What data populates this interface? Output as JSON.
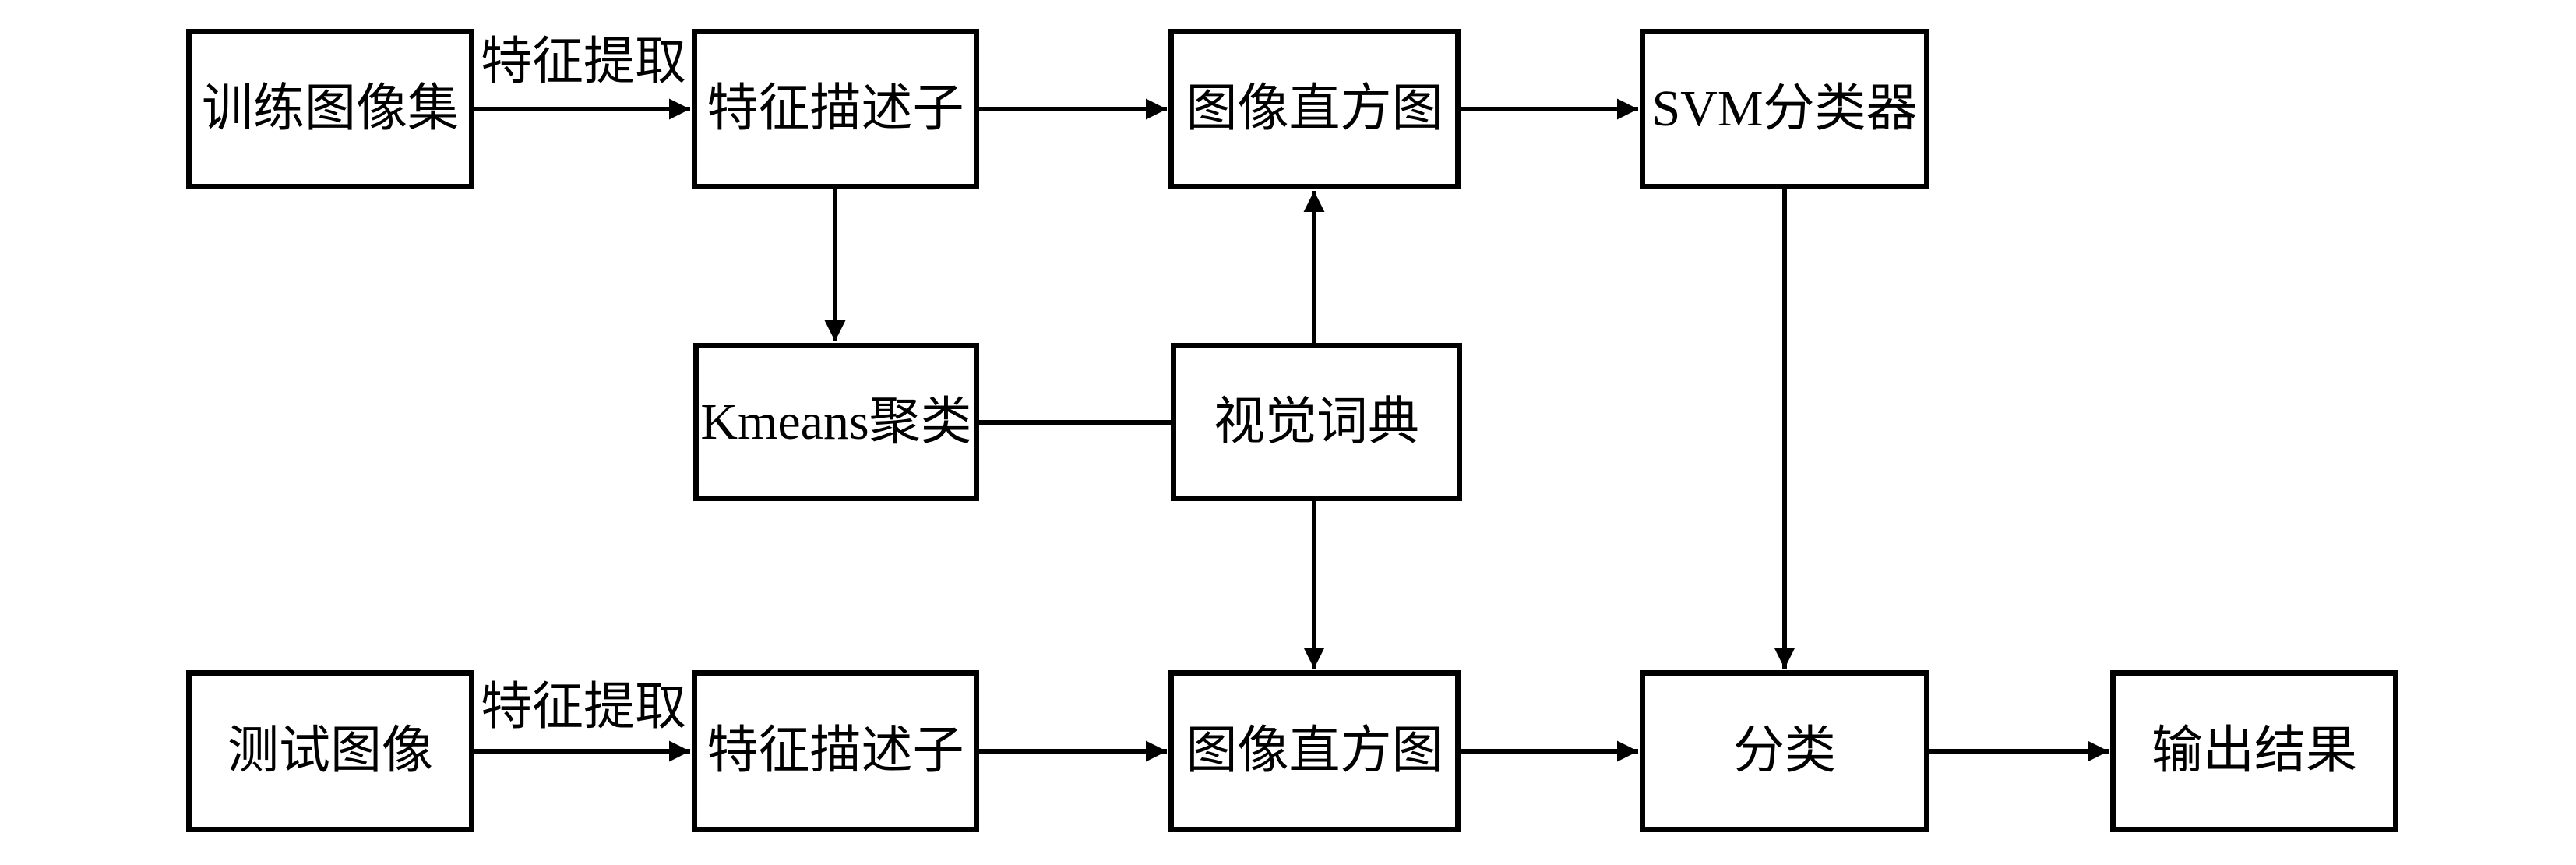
{
  "diagram": {
    "type": "flowchart",
    "background_color": "#ffffff",
    "line_color": "#000000",
    "boxes": [
      {
        "id": "training-image-set",
        "label": "训练图像集"
      },
      {
        "id": "feature-descriptor-train",
        "label": "特征描述子"
      },
      {
        "id": "image-histogram-train",
        "label": "图像直方图"
      },
      {
        "id": "svm-classifier",
        "label": "SVM分类器"
      },
      {
        "id": "kmeans-clustering",
        "label": "Kmeans聚类"
      },
      {
        "id": "visual-dictionary",
        "label": "视觉词典"
      },
      {
        "id": "test-image",
        "label": "测试图像"
      },
      {
        "id": "feature-descriptor-test",
        "label": "特征描述子"
      },
      {
        "id": "image-histogram-test",
        "label": "图像直方图"
      },
      {
        "id": "classification",
        "label": "分类"
      },
      {
        "id": "output-result",
        "label": "输出结果"
      }
    ],
    "edge_labels": [
      {
        "id": "feature-extraction-top",
        "label": "特征提取"
      },
      {
        "id": "feature-extraction-bottom",
        "label": "特征提取"
      }
    ],
    "connections": [
      {
        "from": "training-image-set",
        "to": "feature-descriptor-train",
        "label": "特征提取",
        "arrowhead": true,
        "direction": "right"
      },
      {
        "from": "feature-descriptor-train",
        "to": "image-histogram-train",
        "label": "",
        "arrowhead": true,
        "direction": "right"
      },
      {
        "from": "image-histogram-train",
        "to": "svm-classifier",
        "label": "",
        "arrowhead": true,
        "direction": "right"
      },
      {
        "from": "feature-descriptor-train",
        "to": "kmeans-clustering",
        "label": "",
        "arrowhead": true,
        "direction": "down"
      },
      {
        "from": "kmeans-clustering",
        "to": "visual-dictionary",
        "label": "",
        "arrowhead": false,
        "direction": "right"
      },
      {
        "from": "visual-dictionary",
        "to": "image-histogram-train",
        "label": "",
        "arrowhead": true,
        "direction": "up"
      },
      {
        "from": "visual-dictionary",
        "to": "image-histogram-test",
        "label": "",
        "arrowhead": true,
        "direction": "down"
      },
      {
        "from": "svm-classifier",
        "to": "classification",
        "label": "",
        "arrowhead": true,
        "direction": "down"
      },
      {
        "from": "test-image",
        "to": "feature-descriptor-test",
        "label": "特征提取",
        "arrowhead": true,
        "direction": "right"
      },
      {
        "from": "feature-descriptor-test",
        "to": "image-histogram-test",
        "label": "",
        "arrowhead": true,
        "direction": "right"
      },
      {
        "from": "image-histogram-test",
        "to": "classification",
        "label": "",
        "arrowhead": true,
        "direction": "right"
      },
      {
        "from": "classification",
        "to": "output-result",
        "label": "",
        "arrowhead": true,
        "direction": "right"
      }
    ]
  }
}
